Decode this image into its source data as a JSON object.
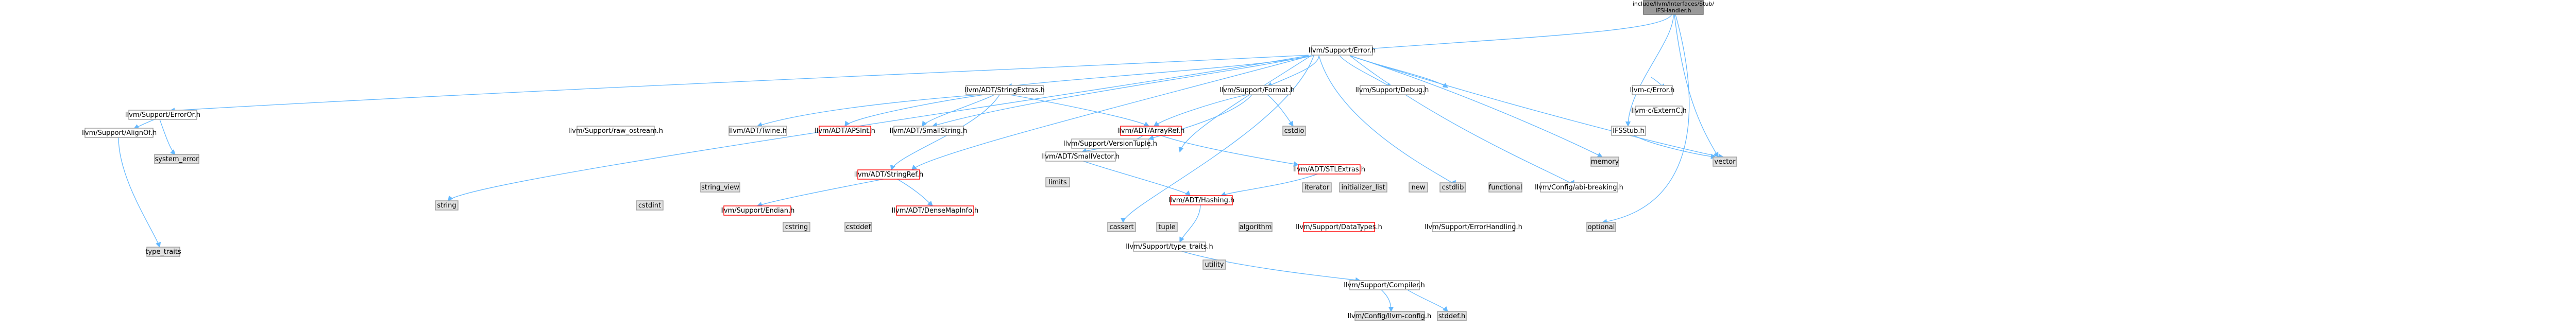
{
  "nodes": {
    "root": "include/llvm/Interfaces/Stub/IFSHandler.h",
    "error": "llvm/Support/Error.h",
    "string_extras": "llvm/ADT/StringExtras.h",
    "support_format": "llvm/Support/Format.h",
    "support_debug": "llvm/Support/Debug.h",
    "llvm_c_error": "llvm-c/Error.h",
    "ifsstub": "IFSStub.h",
    "support_erroror": "llvm/Support/ErrorOr.h",
    "raw_ostream": "llvm/Support/raw_ostream.h",
    "twine": "llvm/ADT/Twine.h",
    "apsint": "llvm/ADT/APSInt.h",
    "small_string": "llvm/ADT/SmallString.h",
    "array_ref": "llvm/ADT/ArrayRef.h",
    "version_tuple": "llvm/Support/VersionTuple.h",
    "support_alignof": "llvm/Support/AlignOf.h",
    "system_error": "system_error",
    "string_ref": "llvm/ADT/StringRef.h",
    "stl_extras": "llvm/ADT/STLExtras.h",
    "small_vector": "llvm/ADT/SmallVector.h",
    "external_c": "llvm-c/ExternC.h",
    "vector": "vector",
    "memory": "memory",
    "string": "string",
    "cstdint": "cstdint",
    "string_view": "string_view",
    "support_endian": "llvm/Support/Endian.h",
    "dense_map_info": "llvm/ADT/DenseMapInfo.h",
    "cstring": "cstring",
    "cstddef": "cstddef",
    "cassert": "cassert",
    "hashing": "llvm/ADT/Hashing.h",
    "type_traits_support": "llvm/Support/type_traits.h",
    "limits": "limits",
    "tuple": "tuple",
    "algorithm": "algorithm",
    "iterator": "iterator",
    "initializer_list": "initializer_list",
    "new": "new",
    "cstdlib": "cstdlib",
    "functional": "functional",
    "data_types": "llvm/Support/DataTypes.h",
    "error_handling": "llvm/Support/ErrorHandling.h",
    "optional": "optional",
    "utility": "utility",
    "compiler": "llvm/Support/Compiler.h",
    "abi_breaking": "llvm/Config/abi-breaking.h",
    "type_traits": "type_traits",
    "cstdio": "cstdio",
    "llvm_config": "llvm/Config/llvm-config.h",
    "stddef": "stddef.h"
  }
}
